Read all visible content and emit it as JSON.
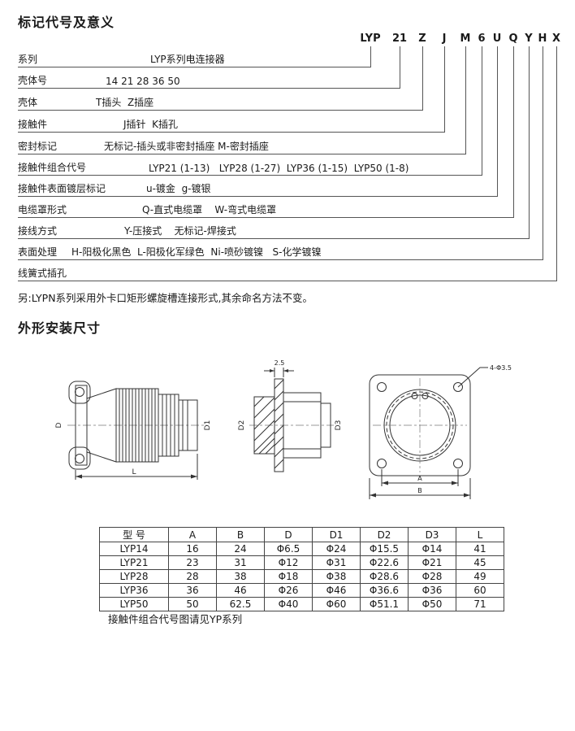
{
  "page": {
    "title1": "标记代号及意义",
    "title2": "外形安装尺寸",
    "note": "另:LYPN系列采用外卡口矩形螺旋槽连接形式,其余命名方法不变。",
    "table_caption": "接触件组合代号图请见YP系列"
  },
  "codes": [
    "LYP",
    "21",
    "Z",
    "J",
    "M",
    "6",
    "U",
    "Q",
    "Y",
    "H",
    "X"
  ],
  "rows": [
    {
      "label": "系列",
      "value": "LYP系列电连接器"
    },
    {
      "label": "壳体号",
      "value": "14 21 28 36 50"
    },
    {
      "label": "壳体",
      "value": "T插头  Z插座"
    },
    {
      "label": "接触件",
      "value": "J插针  K插孔"
    },
    {
      "label": "密封标记",
      "value": "无标记-插头或非密封插座 M-密封插座"
    },
    {
      "label": "接触件组合代号",
      "value": "LYP21 (1-13)   LYP28 (1-27)  LYP36 (1-15)  LYP50 (1-8)"
    },
    {
      "label": "接触件表面镀层标记",
      "value": "u-镀金  g-镀银"
    },
    {
      "label": "电缆罩形式",
      "value": "Q-直式电缆罩    W-弯式电缆罩"
    },
    {
      "label": "接线方式",
      "value": "Y-压接式    无标记-焊接式"
    },
    {
      "label": "表面处理",
      "value": "H-阳极化黑色  L-阳极化军绿色  Ni-喷砂镀镍   S-化学镀镍"
    },
    {
      "label": "线簧式插孔",
      "value": ""
    }
  ],
  "drawing": {
    "dim_d": "D",
    "dim_d1": "D1",
    "dim_d2": "D2",
    "dim_d3": "D3",
    "dim_l": "L",
    "dim_gap": "2.5",
    "dim_holes": "4-Φ3.5",
    "dim_a": "A",
    "dim_b": "B"
  },
  "table": {
    "headers": [
      "型  号",
      "A",
      "B",
      "D",
      "D1",
      "D2",
      "D3",
      "L"
    ],
    "rows": [
      [
        "LYP14",
        "16",
        "24",
        "Φ6.5",
        "Φ24",
        "Φ15.5",
        "Φ14",
        "41"
      ],
      [
        "LYP21",
        "23",
        "31",
        "Φ12",
        "Φ31",
        "Φ22.6",
        "Φ21",
        "45"
      ],
      [
        "LYP28",
        "28",
        "38",
        "Φ18",
        "Φ38",
        "Φ28.6",
        "Φ28",
        "49"
      ],
      [
        "LYP36",
        "36",
        "46",
        "Φ26",
        "Φ46",
        "Φ36.6",
        "Φ36",
        "60"
      ],
      [
        "LYP50",
        "50",
        "62.5",
        "Φ40",
        "Φ60",
        "Φ51.1",
        "Φ50",
        "71"
      ]
    ]
  }
}
